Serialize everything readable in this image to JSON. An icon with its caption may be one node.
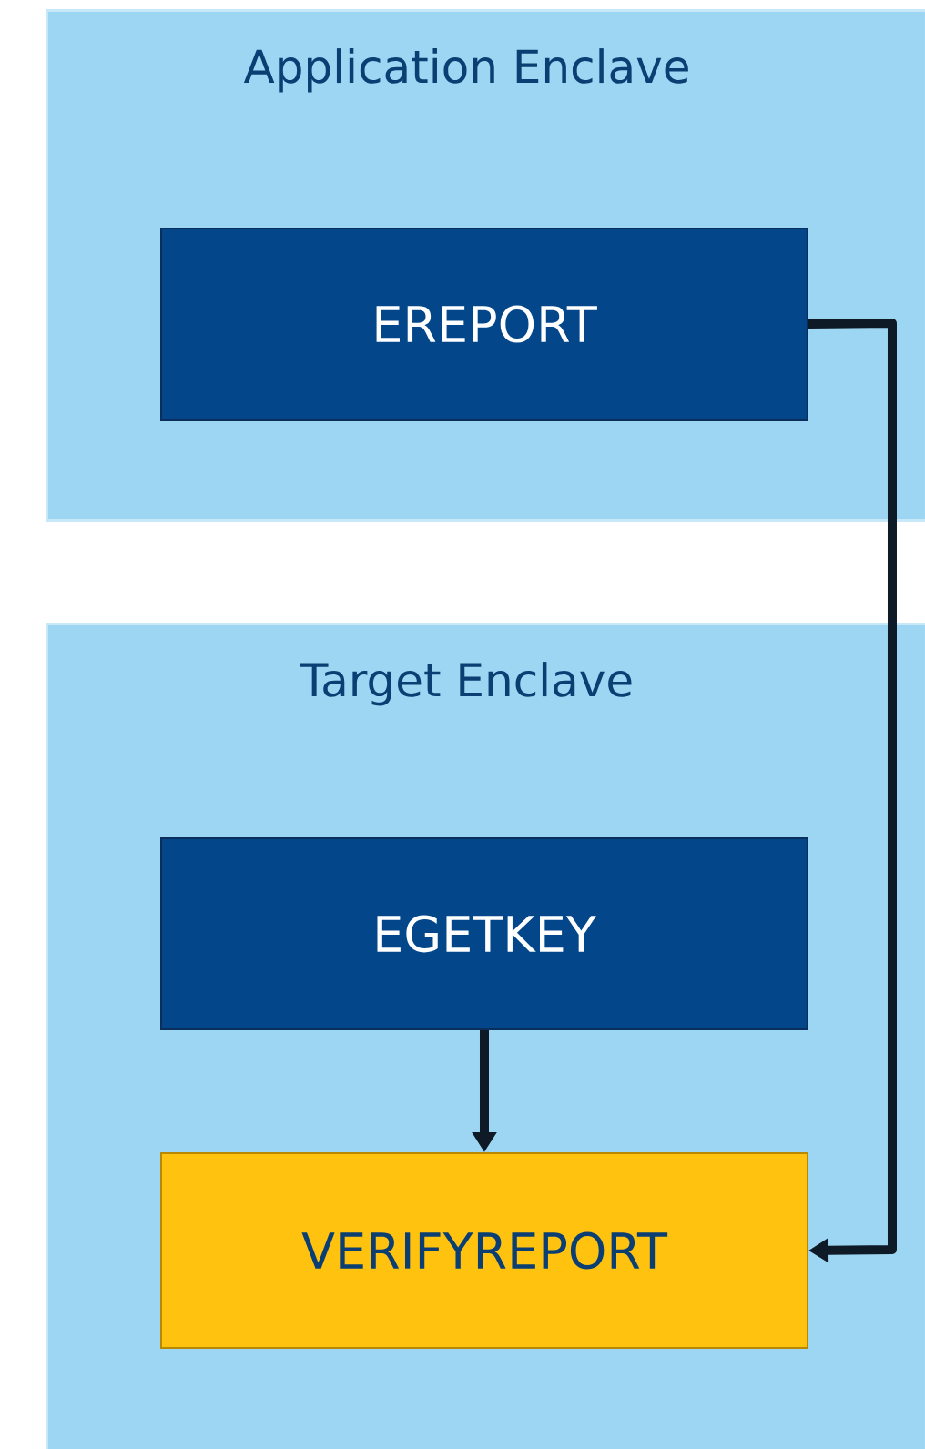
{
  "diagram": {
    "nodes": [
      {
        "text": [
          "Application Enclave"
        ]
      },
      {
        "text": [
          "EREPORT"
        ],
        "in": 0
      },
      {
        "text": [
          "Target Enclave"
        ]
      },
      {
        "text": [
          "EGETKEY"
        ],
        "in": 2
      },
      {
        "text": [
          "VERIFYREPORT"
        ],
        "in": 2
      }
    ],
    "edges": [
      {
        "from": 1,
        "to": 4,
        "arrow": "to"
      },
      {
        "from": 3,
        "to": 4,
        "arrow": "to"
      }
    ]
  }
}
